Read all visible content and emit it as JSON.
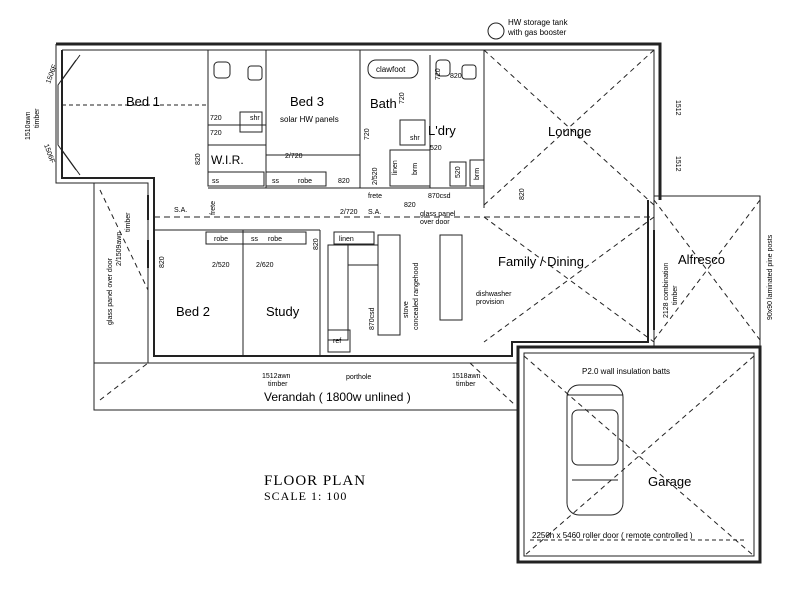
{
  "title": "FLOOR PLAN",
  "scale": "SCALE  1:  100",
  "rooms": {
    "bed1": "Bed  1",
    "bed3": "Bed  3",
    "bath": "Bath",
    "ldry": "L'dry",
    "lounge": "Lounge",
    "wir": "W.I.R.",
    "bed2": "Bed  2",
    "study": "Study",
    "family_dining": "Family  /  Dining",
    "alfresco": "Alfresco",
    "garage": "Garage",
    "verandah": "Verandah   ( 1800w unlined )"
  },
  "labels": {
    "hw_tank_1": "HW storage tank",
    "hw_tank_2": "with gas booster",
    "clawfoot": "clawfoot",
    "solar": "solar HW panels",
    "shr1": "shr",
    "shr2": "shr",
    "linen1": "linen",
    "brm1": "brm",
    "brm2": "brm",
    "ss1": "ss",
    "ss2": "ss",
    "robe1": "robe",
    "robe2": "robe",
    "robe3": "robe",
    "ss3": "ss",
    "linen2": "linen",
    "sa1": "S.A.",
    "sa2": "S.A.",
    "frete1": "frete",
    "frete2": "frete",
    "csd1": "870csd",
    "csd2": "870csd",
    "glass_door_1": "glass panel",
    "glass_door_2": "over door",
    "dishwasher_1": "dishwasher",
    "dishwasher_2": "provision",
    "stove": "stove",
    "rangehood": "concealed rangehood",
    "ref": "ref",
    "porthole": "porthole",
    "insulation": "P2.0 wall insulation batts",
    "roller_door": "2250h x 5460 roller door  ( remote controlled )",
    "glass_panel_over_door": "glass panel over door",
    "awn_left": "2/1509awn",
    "timber_left": "timber",
    "awn_bed1": "1510awn",
    "timber_bed1": "timber",
    "d1506_top": "1506F",
    "d1506_bot": "1506F",
    "awn_bottom_left": "1512awn",
    "timber_bottom_left": "timber",
    "awn_bottom_right": "1518awn",
    "timber_bottom_right": "timber",
    "awn_right_1": "1512",
    "awn_right_2": "1512",
    "combination_1": "2128 combination",
    "combination_2": "timber",
    "posts": "90x90 laminated pine posts",
    "d720_a": "720",
    "d720_b": "720",
    "d720_c": "720",
    "d720_d": "720",
    "d720_e": "720",
    "d820_a": "820",
    "d820_b": "820",
    "d820_c": "820",
    "d820_d": "820",
    "d820_e": "820",
    "d820_f": "820",
    "d820_g": "820",
    "d2_720_a": "2/720",
    "d2_720_b": "2/720",
    "d2_520_a": "2/520",
    "d2_520_b": "2/520",
    "d2_620": "2/620",
    "d520": "520",
    "d520b": "520"
  }
}
